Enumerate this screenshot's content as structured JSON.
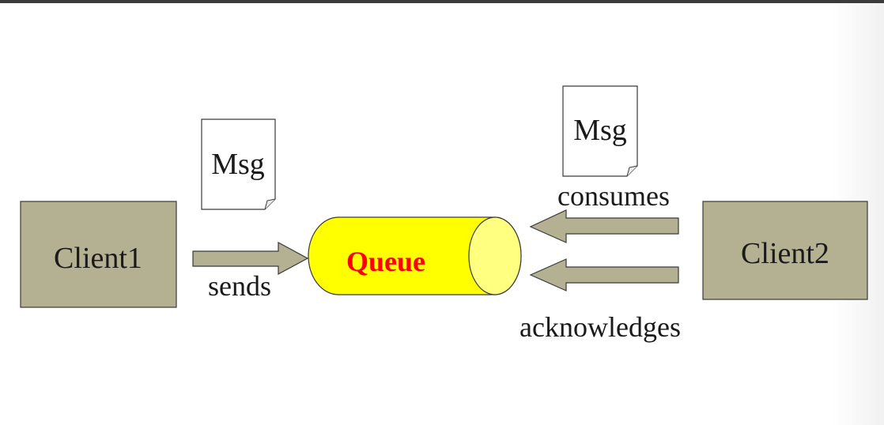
{
  "diagram": {
    "client1": {
      "label": "Client1"
    },
    "client2": {
      "label": "Client2"
    },
    "queue": {
      "label": "Queue"
    },
    "msg_left": {
      "label": "Msg"
    },
    "msg_right": {
      "label": "Msg"
    },
    "edges": {
      "sends": "sends",
      "consumes": "consumes",
      "acknowledges": "acknowledges"
    }
  },
  "colors": {
    "box_fill": "#b4b092",
    "arrow_fill": "#b4b092",
    "queue_fill": "#ffff00",
    "queue_cap": "#ffff80",
    "queue_text": "#ff0000"
  }
}
